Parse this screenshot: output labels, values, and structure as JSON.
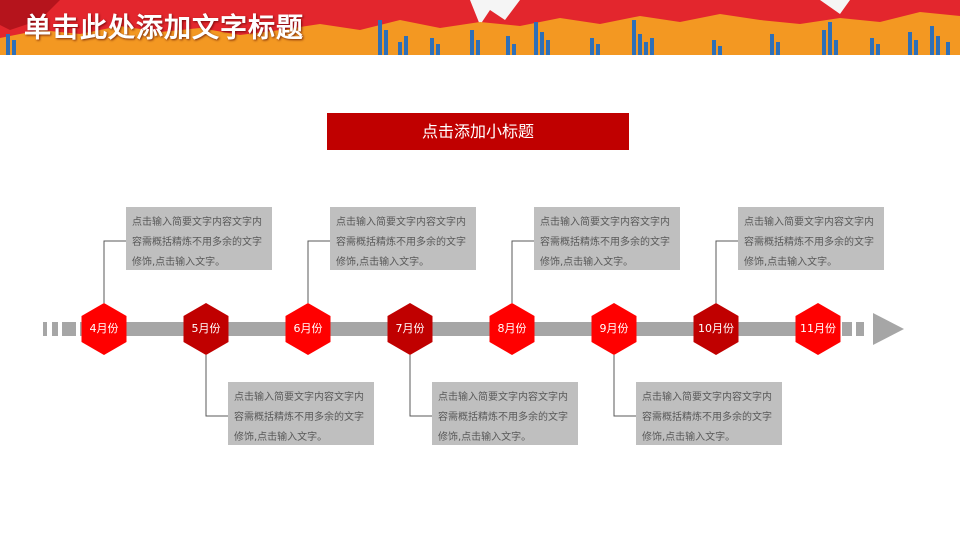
{
  "header": {
    "title": "单击此处添加文字标题"
  },
  "subtitle": "点击添加小标题",
  "timeline": {
    "milestones": [
      {
        "label": "4月份",
        "color": "#ff0000",
        "text": "点击输入简要文字内容文字内容需概括精炼不用多余的文字修饰,点击输入文字。"
      },
      {
        "label": "5月份",
        "color": "#c00000",
        "text": "点击输入简要文字内容文字内容需概括精炼不用多余的文字修饰,点击输入文字。"
      },
      {
        "label": "6月份",
        "color": "#ff0000",
        "text": "点击输入简要文字内容文字内容需概括精炼不用多余的文字修饰,点击输入文字。"
      },
      {
        "label": "7月份",
        "color": "#c00000",
        "text": "点击输入简要文字内容文字内容需概括精炼不用多余的文字修饰,点击输入文字。"
      },
      {
        "label": "8月份",
        "color": "#ff0000",
        "text": "点击输入简要文字内容文字内容需概括精炼不用多余的文字修饰,点击输入文字。"
      },
      {
        "label": "9月份",
        "color": "#ff0000",
        "text": "点击输入简要文字内容文字内容需概括精炼不用多余的文字修饰,点击输入文字。"
      },
      {
        "label": "10月份",
        "color": "#c00000",
        "text": "点击输入简要文字内容文字内容需概括精炼不用多余的文字修饰,点击输入文字。"
      },
      {
        "label": "11月份",
        "color": "#ff0000",
        "text": ""
      }
    ]
  },
  "colors": {
    "accent_red": "#c00000",
    "bright_red": "#ff0000",
    "track_gray": "#a6a6a6",
    "box_gray": "#bfbfbf",
    "text_gray": "#595959"
  }
}
